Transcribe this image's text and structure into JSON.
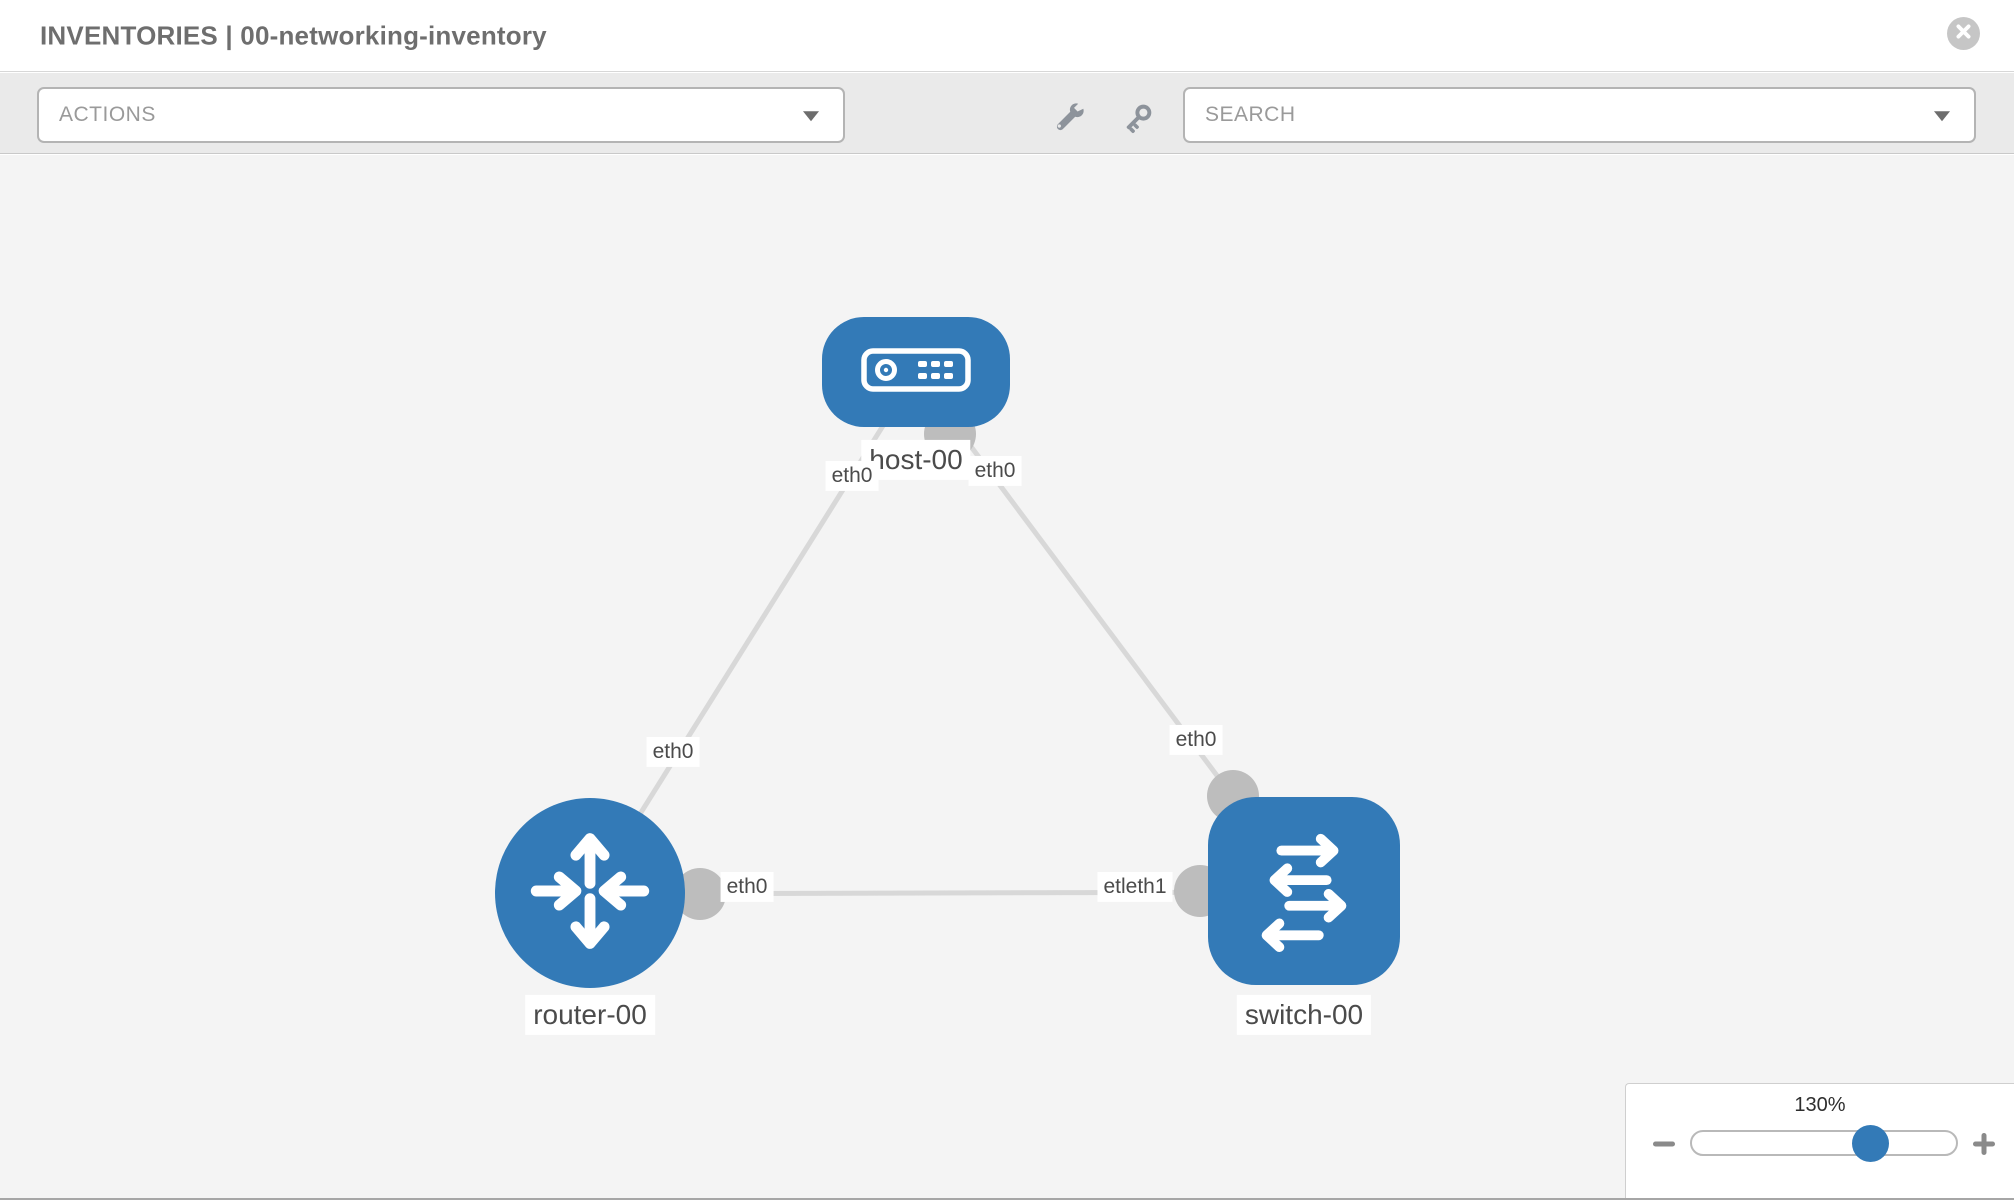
{
  "header": {
    "title": "INVENTORIES | 00-networking-inventory"
  },
  "toolbar": {
    "actions_label": "ACTIONS",
    "search_label": "SEARCH",
    "icons": [
      "wrench-icon",
      "key-icon"
    ]
  },
  "topology": {
    "nodes": [
      {
        "label": "host-00",
        "type": "host"
      },
      {
        "label": "router-00",
        "type": "router"
      },
      {
        "label": "switch-00",
        "type": "switch"
      }
    ],
    "links": [
      {
        "from": "router-00",
        "to": "host-00"
      },
      {
        "from": "host-00",
        "to": "switch-00"
      },
      {
        "from": "router-00",
        "to": "switch-00"
      }
    ],
    "iface_labels": [
      {
        "text": "eth0",
        "near": "host-00 left"
      },
      {
        "text": "eth0",
        "near": "host-00 right"
      },
      {
        "text": "eth0",
        "near": "router-00 to host-00 link"
      },
      {
        "text": "eth0",
        "near": "switch-00 top"
      },
      {
        "text": "eth0",
        "near": "router-00 right"
      },
      {
        "text": "etleth1",
        "near": "switch-00 left"
      }
    ]
  },
  "zoom_control": {
    "percent": "130%",
    "minus_icon": "minus",
    "plus_icon": "plus"
  },
  "colors": {
    "node_blue": "#337ab7",
    "connector_gray": "#bdbdbd",
    "link_gray": "#d8d8d8",
    "canvas_bg": "#f4f4f4",
    "toolbar_bg": "#eaeaea",
    "header_text": "#6e6e6e"
  }
}
